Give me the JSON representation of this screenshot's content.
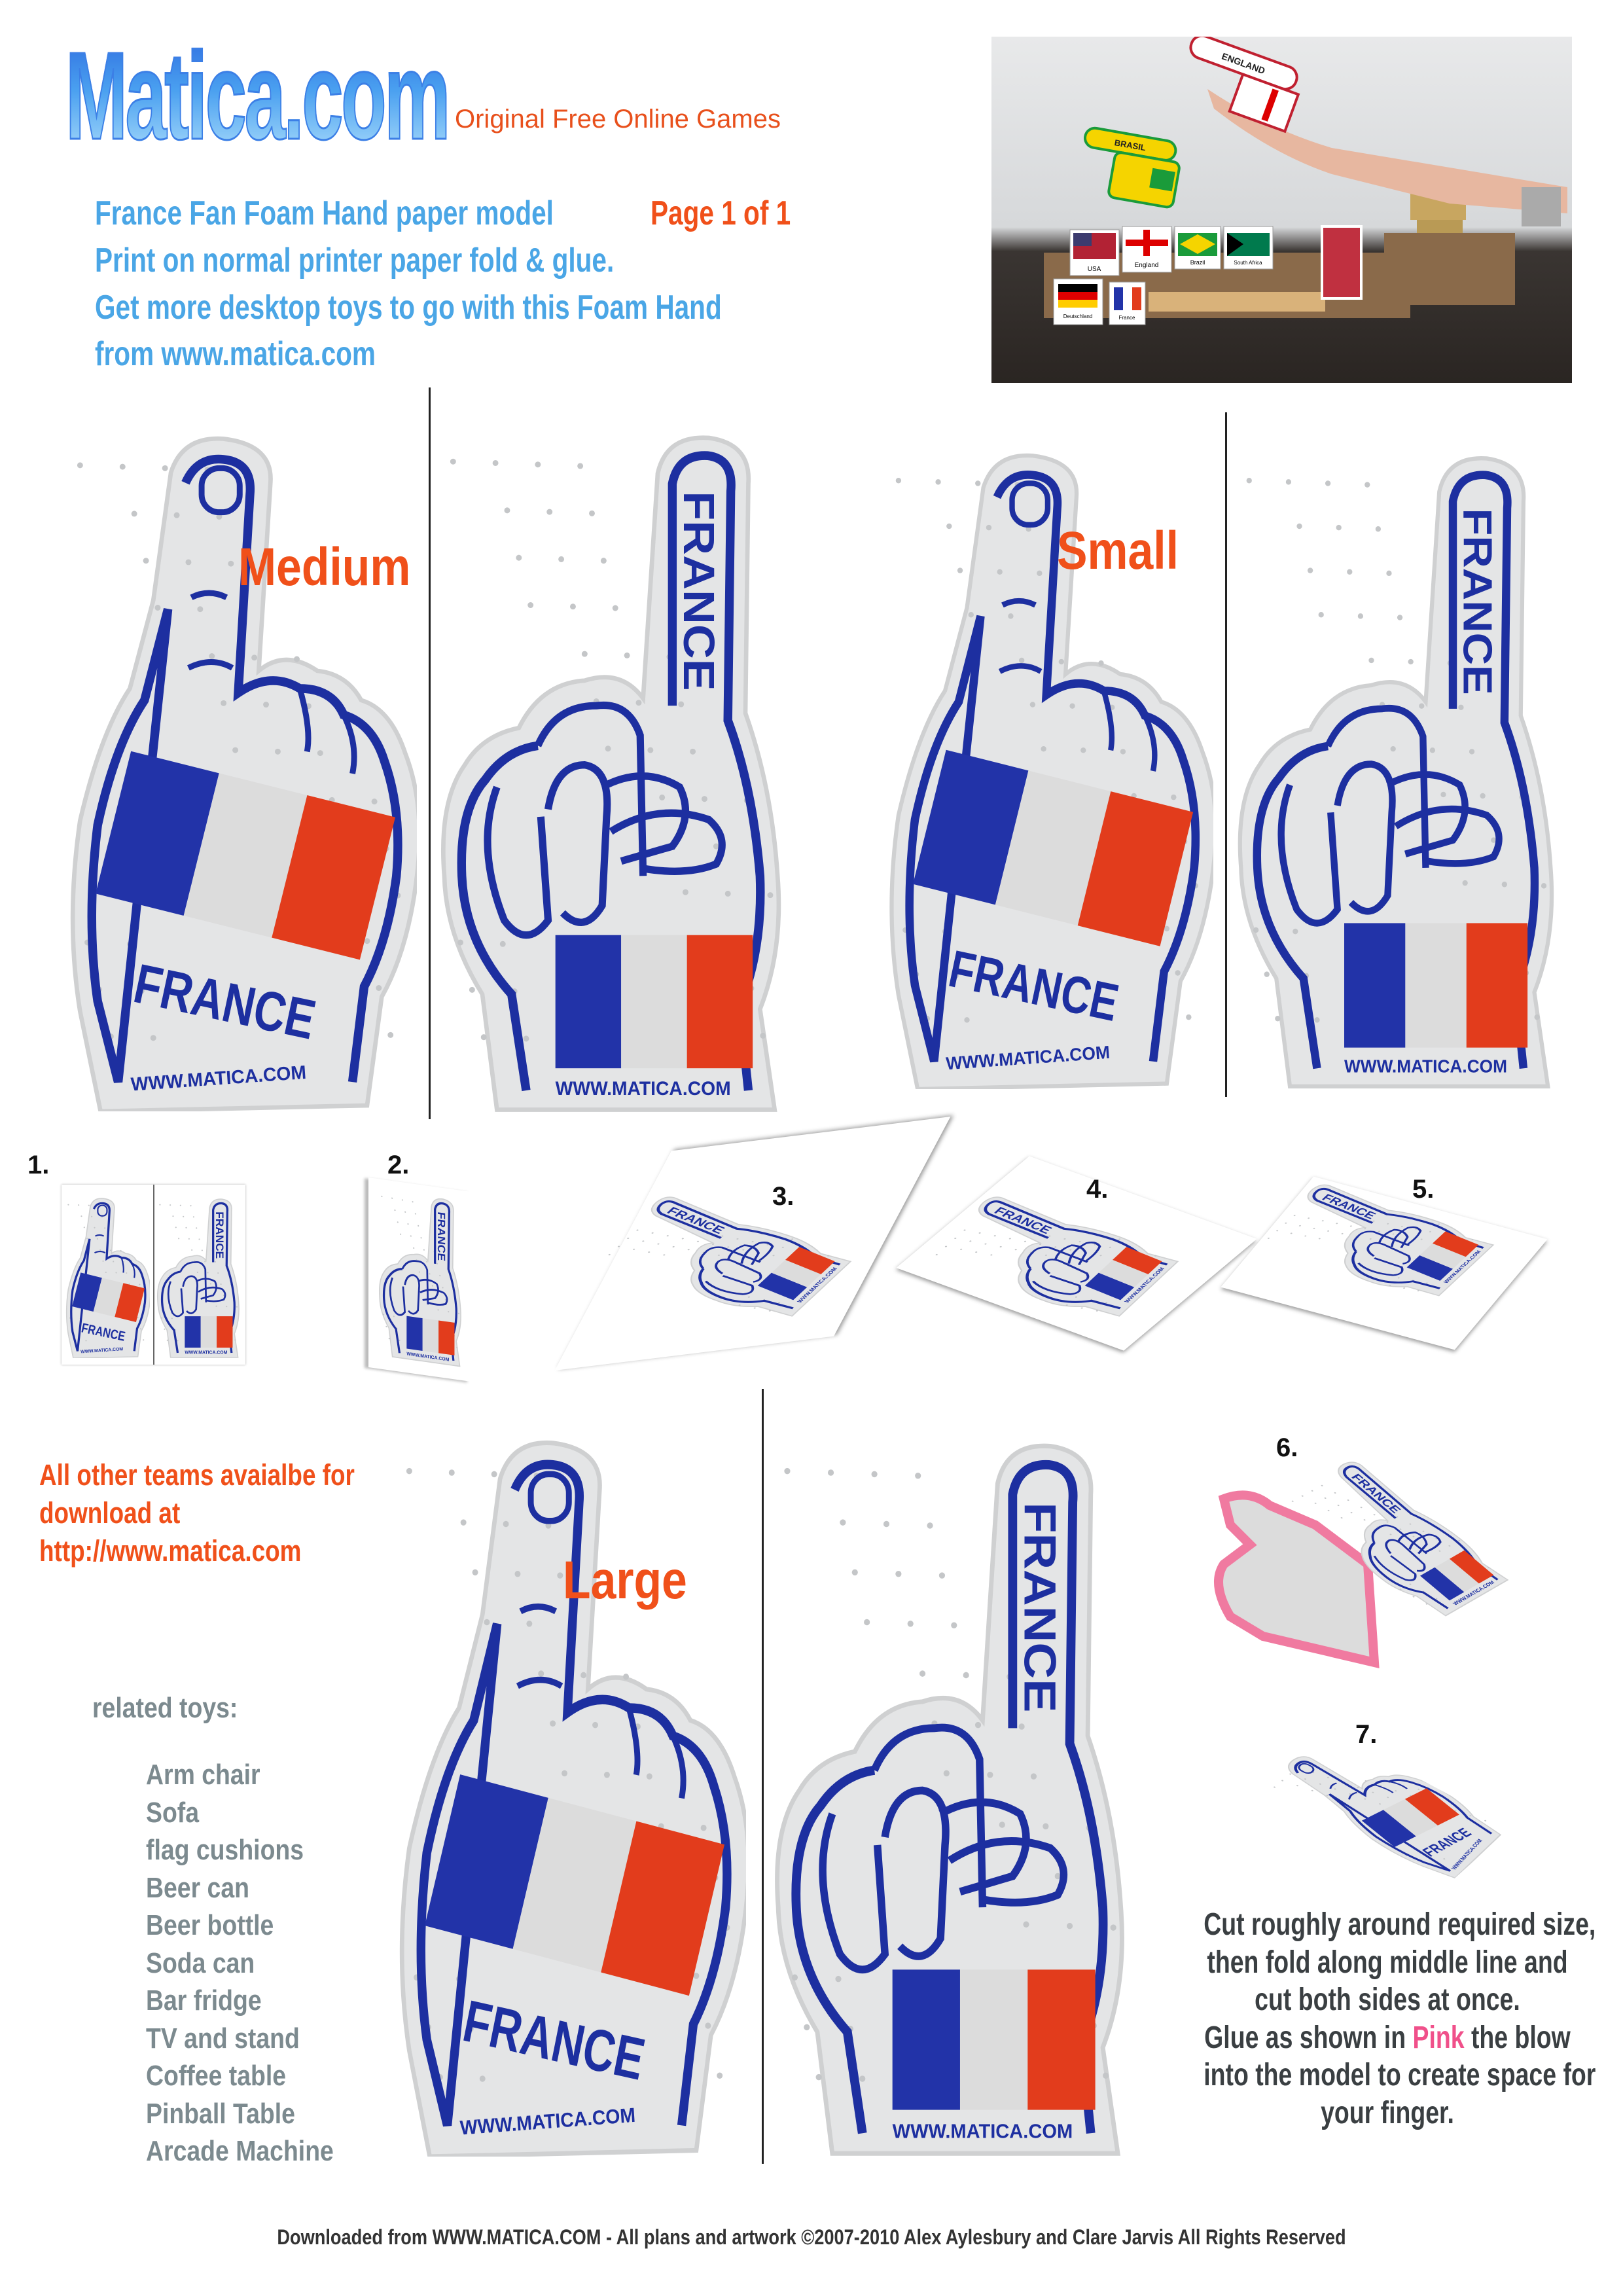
{
  "header": {
    "logo": "Matica.com",
    "tagline": "Original Free Online Games",
    "lines": [
      "France Fan Foam Hand paper model",
      "Print on normal printer paper fold & glue.",
      "Get more desktop toys to go with this Foam Hand",
      "from www.matica.com"
    ],
    "page": "Page 1 of 1"
  },
  "photo": {
    "labels": [
      "ENGLAND",
      "BRASIL",
      "USA",
      "England",
      "Brazil",
      "South Africa",
      "Deutschland",
      "France"
    ]
  },
  "sizes": {
    "medium": "Medium",
    "small": "Small",
    "large": "Large"
  },
  "hand": {
    "name": "FRANCE",
    "url": "WWW.MATICA.COM"
  },
  "steps": [
    "1.",
    "2.",
    "3.",
    "4.",
    "5.",
    "6.",
    "7."
  ],
  "download": {
    "lines": [
      "All other teams avaialbe for",
      "download at",
      "http://www.matica.com"
    ]
  },
  "related": {
    "heading": "related toys:",
    "items": [
      "Arm chair",
      "Sofa",
      "flag cushions",
      "Beer can",
      "Beer bottle",
      "Soda can",
      "Bar fridge",
      "TV and stand",
      "Coffee table",
      "Pinball Table",
      "Arcade Machine"
    ]
  },
  "instructions": {
    "line1": "Cut roughly around required size,",
    "line2": "then fold along middle line and",
    "line3": "cut both sides at once.",
    "line4_a": "Glue as shown in",
    "line4_pink": "Pink",
    "line4_b": "the blow",
    "line5": "into the model to create space for",
    "line6": "your finger."
  },
  "footer": "Downloaded from WWW.MATICA.COM - All plans and artwork ©2007-2010 Alex Aylesbury and Clare Jarvis All Rights Reserved",
  "colors": {
    "flag_blue": "#2233a8",
    "flag_white": "#dcdcdc",
    "flag_red": "#e23c1c",
    "outline": "#1d2fa0",
    "foam": "#e4e5e6",
    "orange": "#f0501a",
    "title_blue": "#4aa6e6",
    "pink": "#f0508a"
  }
}
